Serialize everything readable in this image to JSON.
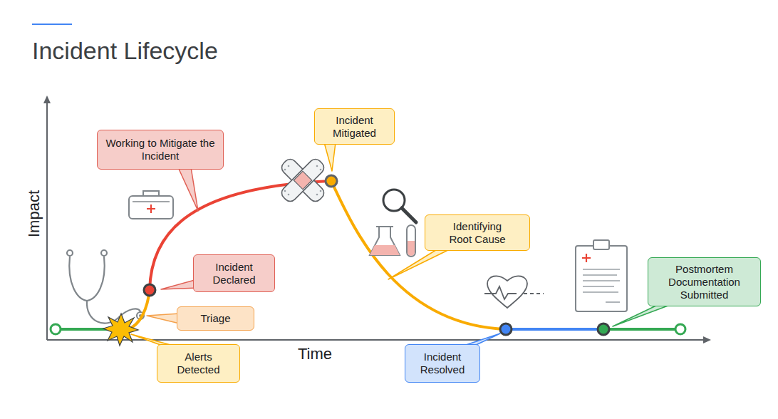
{
  "diagram": {
    "title": "Incident Lifecycle",
    "nodes": [
      {
        "text": [
          "Alerts Detected"
        ]
      },
      {
        "text": [
          "Triage"
        ]
      },
      {
        "text": [
          "Incident Declared"
        ]
      },
      {
        "text": [
          "Working to Mitigate the Incident"
        ]
      },
      {
        "text": [
          "Incident Mitigated"
        ]
      },
      {
        "text": [
          "Identifying Root Cause"
        ]
      },
      {
        "text": [
          "Incident Resolved"
        ]
      },
      {
        "text": [
          "Postmortem Documentation Submitted"
        ]
      }
    ],
    "labels": [
      "Impact",
      "Time"
    ]
  }
}
